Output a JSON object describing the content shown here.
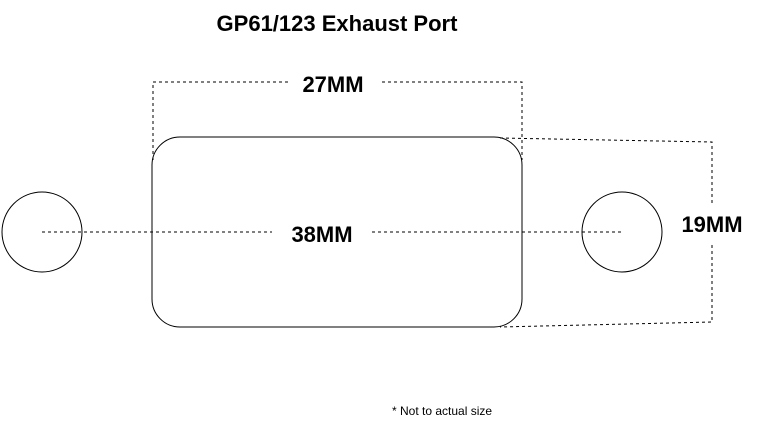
{
  "title": "GP61/123 Exhaust Port",
  "dimensions": {
    "width_label": "27MM",
    "length_label": "38MM",
    "height_label": "19MM"
  },
  "footnote": "* Not to actual size"
}
